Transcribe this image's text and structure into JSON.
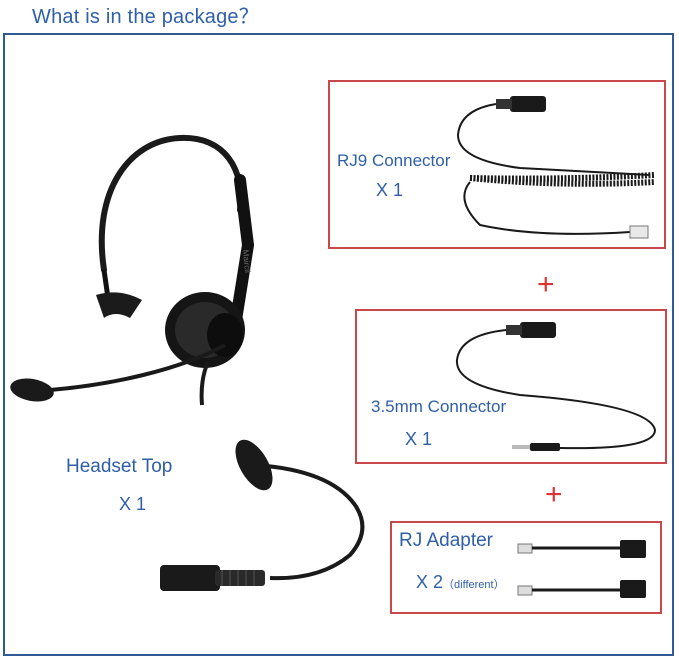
{
  "page": {
    "title": "What is in the package？"
  },
  "items": [
    {
      "label": "RJ9 Connector",
      "qty": "X 1"
    },
    {
      "label": "3.5mm Connector",
      "qty": "X 1"
    },
    {
      "label": "RJ Adapter",
      "qty": "X 2",
      "note": "（different）"
    },
    {
      "label": "Headset Top",
      "qty": "X 1"
    }
  ],
  "separators": [
    "+",
    "+"
  ],
  "brand_mark": "Maircli",
  "colors": {
    "text": "#2e5fa8",
    "frame": "#2f5a94",
    "box_border": "#c9484c",
    "plus": "#dd3333"
  }
}
